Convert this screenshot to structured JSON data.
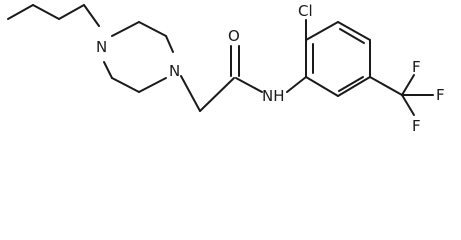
{
  "molecule": {
    "atoms": {
      "n_propyl": "N",
      "n_ring": "N",
      "o": "O",
      "nh": "NH",
      "cl": "Cl",
      "f_top": "F",
      "f_right": "F",
      "f_bottom": "F"
    }
  }
}
